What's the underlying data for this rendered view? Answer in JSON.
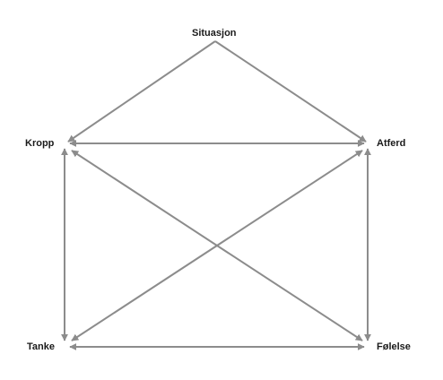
{
  "diagram": {
    "nodes": {
      "situasjon": "Situasjon",
      "kropp": "Kropp",
      "atferd": "Atferd",
      "tanke": "Tanke",
      "folelse": "Følelse"
    },
    "edges": [
      {
        "from": "situasjon",
        "to": "kropp",
        "directed": true
      },
      {
        "from": "situasjon",
        "to": "atferd",
        "directed": true
      },
      {
        "from": "kropp",
        "to": "atferd",
        "bidirectional": true
      },
      {
        "from": "kropp",
        "to": "tanke",
        "bidirectional": true
      },
      {
        "from": "atferd",
        "to": "folelse",
        "bidirectional": true
      },
      {
        "from": "tanke",
        "to": "folelse",
        "bidirectional": true
      },
      {
        "from": "kropp",
        "to": "folelse",
        "bidirectional": true
      },
      {
        "from": "atferd",
        "to": "tanke",
        "bidirectional": true
      }
    ],
    "edge_color": "#8c8c8c"
  }
}
